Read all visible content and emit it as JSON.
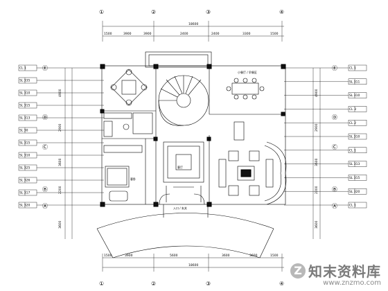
{
  "grid_axes": {
    "top": [
      "①",
      "②",
      "③",
      "④"
    ],
    "bottom": [
      "①",
      "②",
      "③",
      "④"
    ],
    "left": [
      "Ⓔ",
      "Ⓓ",
      "Ⓒ",
      "Ⓑ",
      "Ⓐ"
    ],
    "right": [
      "Ⓔ",
      "Ⓓ",
      "Ⓒ",
      "Ⓑ",
      "Ⓐ"
    ]
  },
  "dimensions": {
    "top_total": "18600",
    "top_segments": [
      "1500",
      "3900",
      "3900",
      "2400",
      "2400",
      "3300",
      "1500"
    ],
    "bottom_total": "18600",
    "bottom_segments": [
      "1500",
      "3900",
      "5600",
      "3600",
      "3600",
      "1500"
    ],
    "left_vertical": [
      "4900",
      "2900",
      "3600",
      "2200",
      "3600"
    ],
    "right_vertical": [
      "4900",
      "2900",
      "3600",
      "2200",
      "3600"
    ]
  },
  "left_tags": [
    "CL 1",
    "SL 335",
    "SL 310",
    "SL 315",
    "SL 313",
    "SL 30",
    "SL 315",
    "SL 310",
    "SL 325",
    "SL 326",
    "SL 317",
    "SL 320"
  ],
  "right_tags": [
    "CL 1",
    "SL 311",
    "SL 310",
    "CL 3",
    "CL 2",
    "SL 310",
    "CL 1",
    "SL 313",
    "SL 315",
    "SL 320",
    "CL 1"
  ],
  "room_labels": {
    "dining_right": "小餐厅 / 早餐区",
    "living_center": "客厅",
    "entry": "入口 / 玄关",
    "bedroom_left": "客卧"
  },
  "watermark": {
    "logo_char": "Z",
    "name": "知末资料库",
    "url": "www.znzmo.com"
  }
}
